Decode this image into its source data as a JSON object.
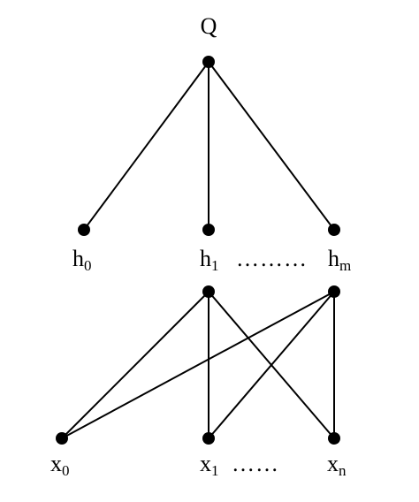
{
  "nodes": {
    "q": {
      "label": "Q"
    },
    "h0": {
      "base": "h",
      "sub": "0"
    },
    "h1": {
      "base": "h",
      "sub": "1"
    },
    "hm": {
      "base": "h",
      "sub": "m"
    },
    "x0": {
      "base": "x",
      "sub": "0"
    },
    "x1": {
      "base": "x",
      "sub": "1"
    },
    "xn": {
      "base": "x",
      "sub": "n"
    }
  },
  "ellipses": {
    "h_row": "………",
    "x_row": "……"
  }
}
